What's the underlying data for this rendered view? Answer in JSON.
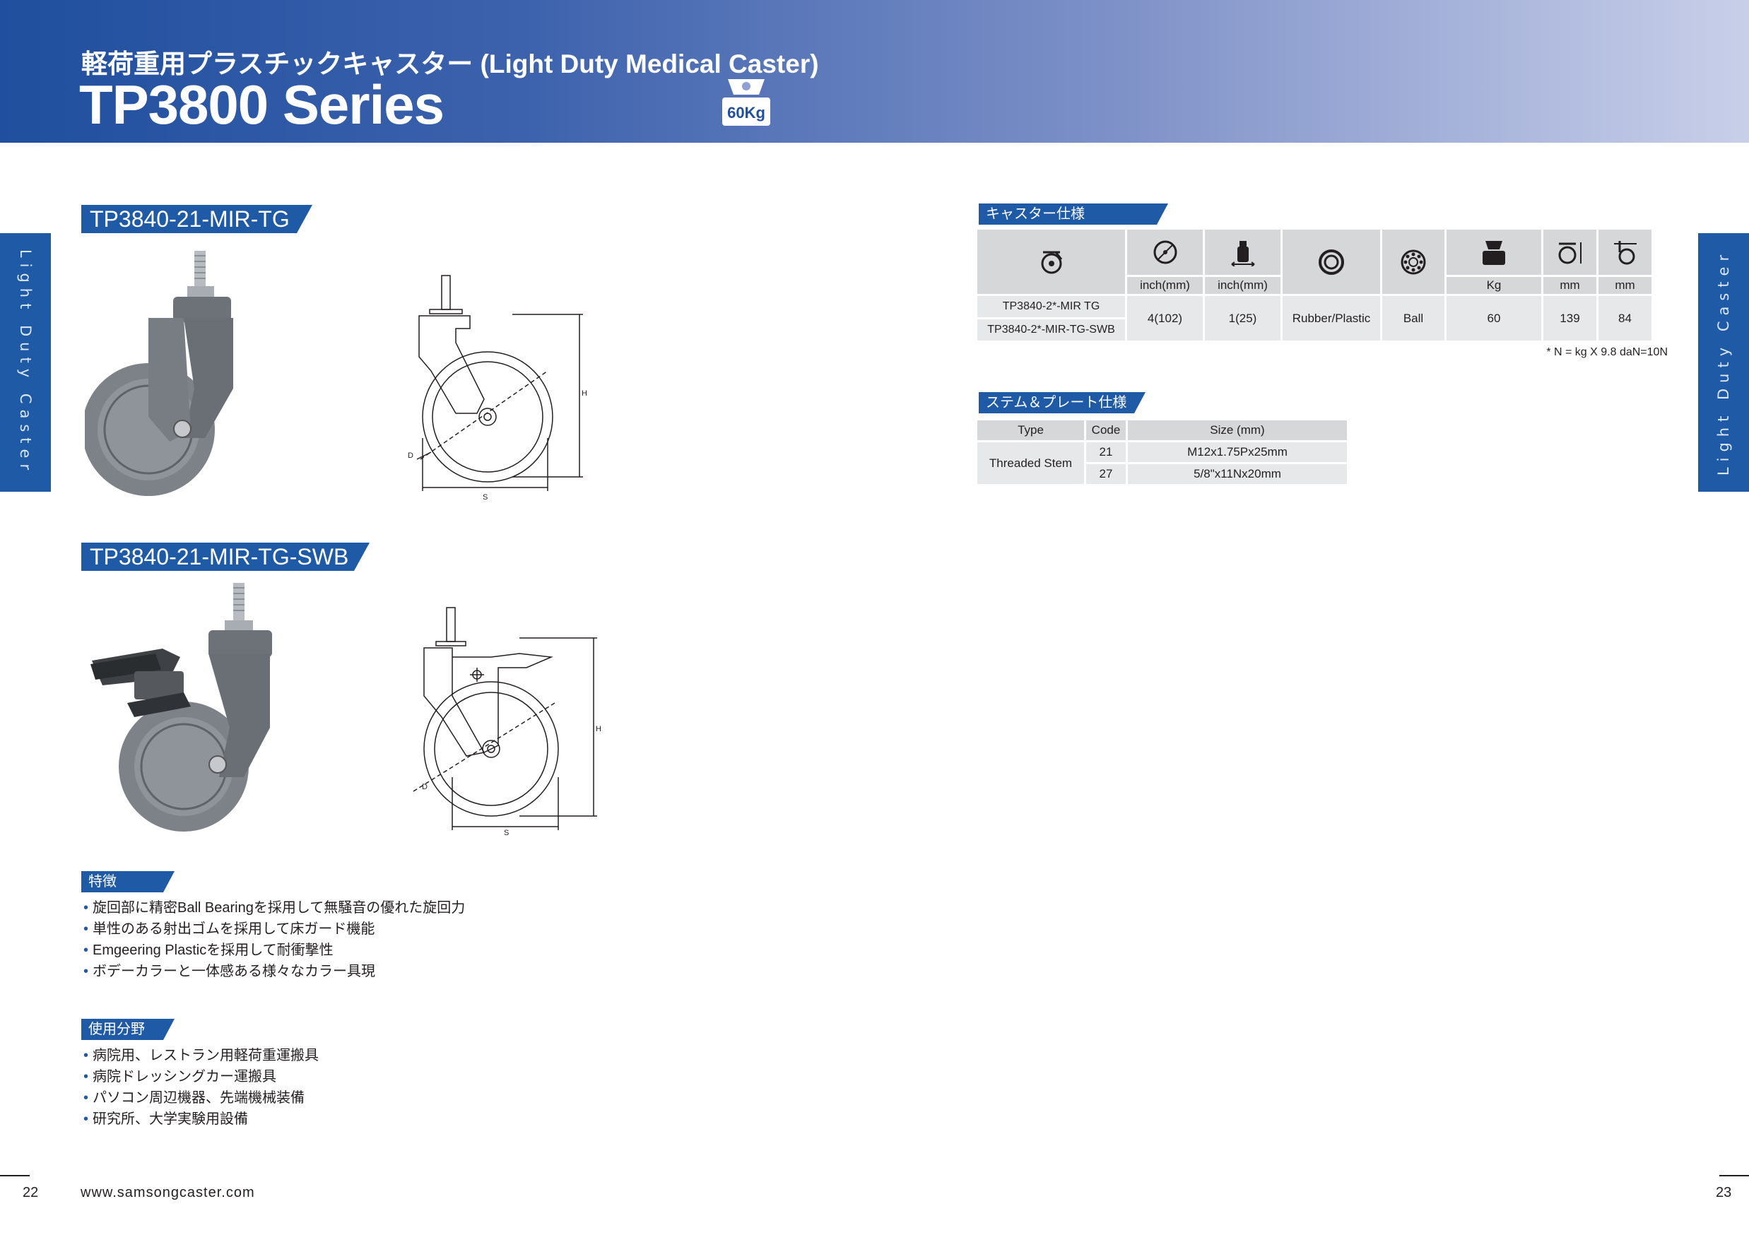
{
  "header": {
    "subtitle": "軽荷重用プラスチックキャスター (Light Duty Medical Caster)",
    "title": "TP3800 Series",
    "weight_badge": "60Kg",
    "weight_icon": "weight-icon"
  },
  "side_tab": "Light Duty Caster",
  "models": [
    {
      "name": "TP3840-21-MIR-TG"
    },
    {
      "name": "TP3840-21-MIR-TG-SWB"
    }
  ],
  "features": {
    "title": "特徴",
    "items": [
      "旋回部に精密Ball Bearingを採用して無騒音の優れた旋回力",
      "単性のある射出ゴムを採用して床ガード機能",
      "Emgeering Plasticを採用して耐衝撃性",
      "ボデーカラーと一体感ある様々なカラー具現"
    ]
  },
  "uses": {
    "title": "使用分野",
    "items": [
      "病院用、レストラン用軽荷重運搬具",
      "病院ドレッシングカー運搬具",
      "パソコン周辺機器、先端機械装備",
      "研究所、大学実験用設備"
    ]
  },
  "caster_spec": {
    "title": "キャスター仕様",
    "icons": [
      "caster-type-icon",
      "wheel-diameter-icon",
      "wheel-width-icon",
      "tread-material-icon",
      "bearing-icon",
      "load-capacity-icon",
      "height-icon",
      "offset-icon"
    ],
    "units": [
      "",
      "inch(mm)",
      "inch(mm)",
      "",
      "",
      "Kg",
      "mm",
      "mm"
    ],
    "models": [
      "TP3840-2*-MIR TG",
      "TP3840-2*-MIR-TG-SWB"
    ],
    "values": [
      "4(102)",
      "1(25)",
      "Rubber/Plastic",
      "Ball",
      "60",
      "139",
      "84"
    ],
    "note": "* N = kg X 9.8  daN=10N"
  },
  "stem_spec": {
    "title": "ステム＆プレート仕様",
    "headers": [
      "Type",
      "Code",
      "Size (mm)"
    ],
    "type": "Threaded Stem",
    "rows": [
      {
        "code": "21",
        "size": "M12x1.75Px25mm"
      },
      {
        "code": "27",
        "size": "5/8\"x11Nx20mm"
      }
    ]
  },
  "footer": {
    "page_left": "22",
    "page_right": "23",
    "website": "www.samsongcaster.com"
  },
  "colors": {
    "accent": "#1f5aa6",
    "header_start": "#1f4f9e",
    "header_end": "#c8cfe9",
    "table_header": "#d6d7d9",
    "table_cell": "#e7e8ea"
  }
}
